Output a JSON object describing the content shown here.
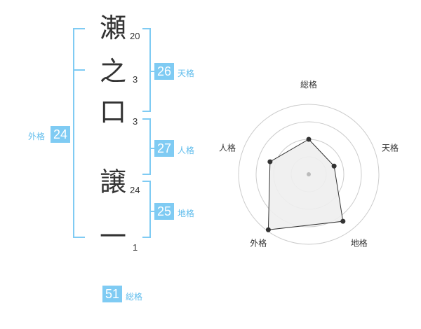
{
  "characters": [
    {
      "char": "瀬",
      "strokes": "20"
    },
    {
      "char": "之",
      "strokes": "3"
    },
    {
      "char": "口",
      "strokes": "3"
    },
    {
      "char": "譲",
      "strokes": "24"
    },
    {
      "char": "一",
      "strokes": "1"
    }
  ],
  "fortunes": {
    "tenkaku": {
      "value": "26",
      "label": "天格"
    },
    "jinkaku": {
      "value": "27",
      "label": "人格"
    },
    "chikaku": {
      "value": "25",
      "label": "地格"
    },
    "gaikaku": {
      "value": "24",
      "label": "外格"
    },
    "soukaku": {
      "value": "51",
      "label": "総格"
    }
  },
  "radar": {
    "axes": [
      "総格",
      "天格",
      "地格",
      "外格",
      "人格"
    ],
    "values": [
      0.5,
      0.38,
      0.83,
      0.98,
      0.58
    ],
    "fill_color": "#eeeeee",
    "line_color": "#333333",
    "grid_color": "#cccccc"
  },
  "colors": {
    "bracket": "#7fcbf3",
    "badge": "#7fcbf3",
    "badge_label": "#5fbcec"
  }
}
